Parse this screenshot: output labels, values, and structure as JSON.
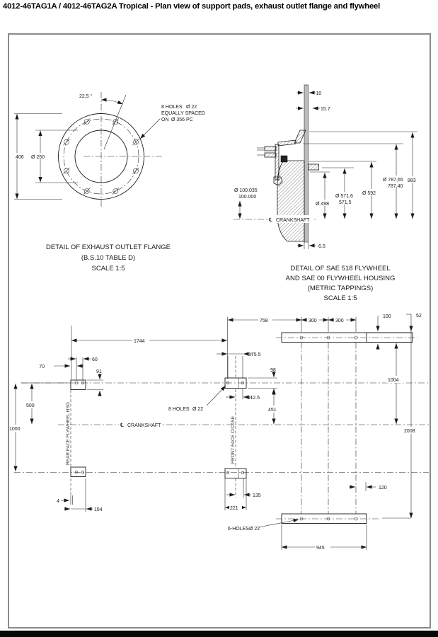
{
  "title": "4012-46TAG1A / 4012-46TAG2A Tropical - Plan view of support pads, exhaust outlet flange and flywheel",
  "flange": {
    "angle": "22,5 °",
    "note_holes": "8 HOLES",
    "note_holes_dia": "Ø 22",
    "note_spaced": "EQUALLY SPACED",
    "note_on": "ON",
    "note_pc": "Ø 356 PC",
    "dia_outer": "406",
    "dia_inner": "Ø 250",
    "cap1": "DETAIL OF EXHAUST OUTLET FLANGE",
    "cap2": "(B.S.10 TABLE D)",
    "cap3": "SCALE  1:5"
  },
  "flywheel": {
    "d10": "10",
    "d15_7": "15.7",
    "bore1": "Ø 100.035",
    "bore2": "100.000",
    "d498": "Ø 498",
    "d571a": "Ø 571,6",
    "d571b": "571,5",
    "d592": "Ø 592",
    "d787a": "Ø 787,65",
    "d787b": "787,40",
    "d883": "883",
    "d6_5": "6.5",
    "cl": "℄",
    "crank": "CRANKSHAFT",
    "cap1": "DETAIL OF SAE 518 FLYWHEEL",
    "cap2": "AND SAE 00 FLYWHEEL HOUSING",
    "cap3": "(METRIC TAPPINGS)",
    "cap4": "SCALE 1:5"
  },
  "plan": {
    "d1744": "1744",
    "d758": "758",
    "d300a": "300",
    "d300b": "300",
    "d100": "100",
    "d52": "52",
    "d2008": "2008",
    "d1004": "1004",
    "d175_5": "175.5",
    "d98": "98",
    "d112_5": "112.5",
    "d451": "451",
    "d60": "60",
    "d70": "70",
    "d91": "91",
    "d500": "500",
    "d1000": "1000",
    "d4": "4",
    "d154": "154",
    "d135": "135",
    "d221": "221",
    "d120": "120",
    "d945": "945",
    "holes8": "8 HOLES",
    "holes8_dia": "Ø 22",
    "holes6": "6-HOLES",
    "holes6_dia": "Ø 22",
    "rear_face": "REAR FACE FLYWHEEL HSG",
    "front_face": "FRONT FACE C/CASE",
    "cl": "℄",
    "crank": "CRANKSHAFT"
  }
}
